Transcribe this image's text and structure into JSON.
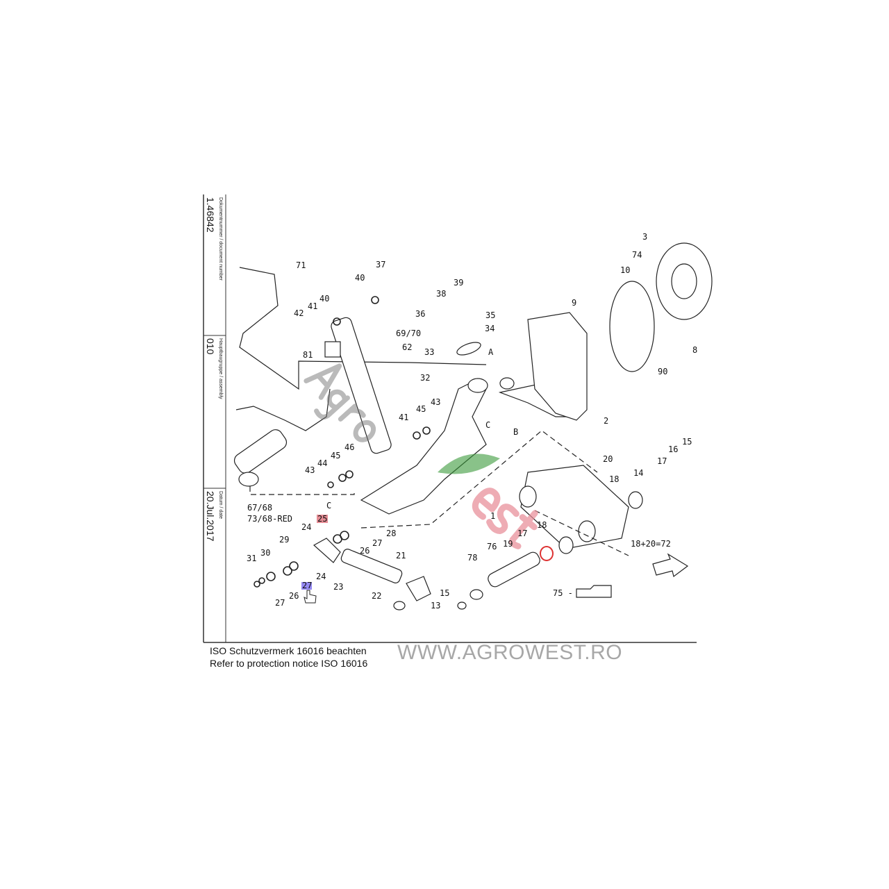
{
  "title_block": {
    "document_number_label": "Dokumentnummer / document number",
    "document_number": "1.46842",
    "assembly_label": "Hauptbaugruppe / assembly",
    "assembly": "010",
    "date_label": "Datum / date",
    "date": "20.Jul.2017"
  },
  "callouts": [
    "71",
    "37",
    "39",
    "38",
    "40",
    "40",
    "41",
    "42",
    "36",
    "35",
    "34",
    "69/70",
    "62",
    "33",
    "81",
    "32",
    "A",
    "3",
    "74",
    "10",
    "9",
    "8",
    "90",
    "2",
    "C",
    "B",
    "45",
    "43",
    "41",
    "46",
    "45",
    "44",
    "43",
    "20",
    "17",
    "16",
    "15",
    "18",
    "14",
    "67/68",
    "73/68-RED",
    "C",
    "1",
    "25",
    "24",
    "28",
    "27",
    "26",
    "29",
    "31",
    "30",
    "24",
    "23",
    "21",
    "27",
    "26",
    "27",
    "18",
    "17",
    "19",
    "18+20=72",
    "78",
    "76",
    "15",
    "13",
    "22",
    "75 -"
  ],
  "highlight_colors": {
    "selected": "#e0707a",
    "hover": "#7b6cf0"
  },
  "notice": {
    "line1": "ISO Schutzvermerk 16016 beachten",
    "line2": "Refer to protection notice ISO 16016"
  },
  "watermark": {
    "url": "WWW.AGROWEST.RO",
    "logo_part1": "Agro",
    "logo_part2": "est"
  }
}
